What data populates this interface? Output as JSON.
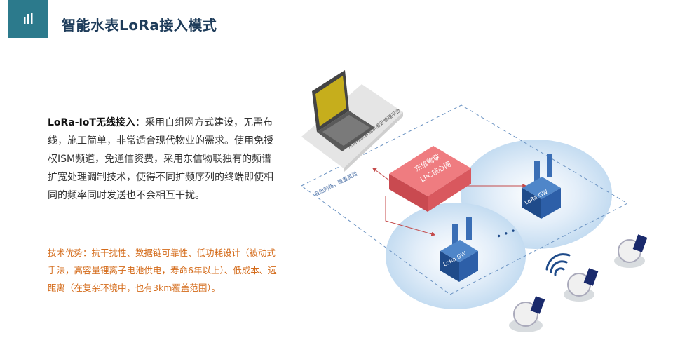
{
  "header": {
    "icon": "bars-icon",
    "title": "智能水表LoRa接入模式",
    "accent": "#2c7a8c"
  },
  "description": {
    "bold_lead": "LoRa-IoT无线接入",
    "text": "：采用自组网方式建设，无需布线，施工简单，非常适合现代物业的需求。使用免授权ISM频道，免通信资费，采用东信物联独有的频谱扩宽处理调制技术，使得不同扩频序列的终端即使相同的频率同时发送也不会相互干扰。"
  },
  "advantages": {
    "text": "技术优势：抗干扰性、数据链可靠性、低功耗设计（被动式手法，高容量锂离子电池供电，寿命6年以上）、低成本、远距离（在复杂环境中，也有3km覆盖范围）。",
    "color": "#d46b1a"
  },
  "diagram": {
    "laptop_label": "东信物联智能水务云管理平台",
    "core_label_1": "东信物联",
    "core_label_2": "LPC核心网",
    "network_label": "自组网络，覆盖灵活",
    "gateway_left": "LoRa GW",
    "gateway_right": "LoRa GW",
    "dots": "• • •",
    "core_color": "#e35b62",
    "gateway_color": "#2d5fa8"
  }
}
